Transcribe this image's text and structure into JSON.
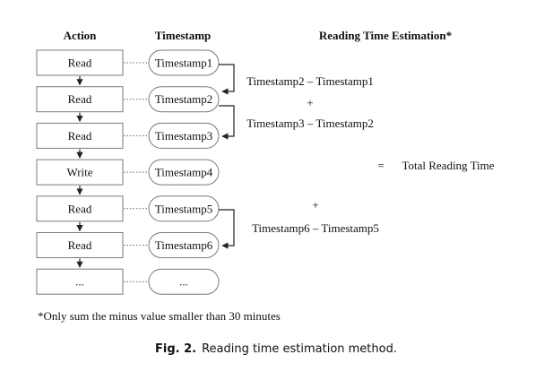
{
  "headers": {
    "action": "Action",
    "timestamp": "Timestamp",
    "estimation": "Reading Time Estimation*"
  },
  "rows": [
    {
      "action": "Read",
      "timestamp": "Timestamp1"
    },
    {
      "action": "Read",
      "timestamp": "Timestamp2"
    },
    {
      "action": "Read",
      "timestamp": "Timestamp3"
    },
    {
      "action": "Write",
      "timestamp": "Timestamp4"
    },
    {
      "action": "Read",
      "timestamp": "Timestamp5"
    },
    {
      "action": "Read",
      "timestamp": "Timestamp6"
    },
    {
      "action": "...",
      "timestamp": "..."
    }
  ],
  "estimation": {
    "term1": "Timestamp2 – Timestamp1",
    "plus1": "+",
    "term2": "Timestamp3 – Timestamp2",
    "equals": "=",
    "total": "Total Reading Time",
    "plus2": "+",
    "term3": "Timestamp6 – Timestamp5"
  },
  "footnote": "*Only sum the minus value smaller than 30 minutes",
  "caption": {
    "label": "Fig. 2.",
    "text": "Reading time estimation method."
  }
}
